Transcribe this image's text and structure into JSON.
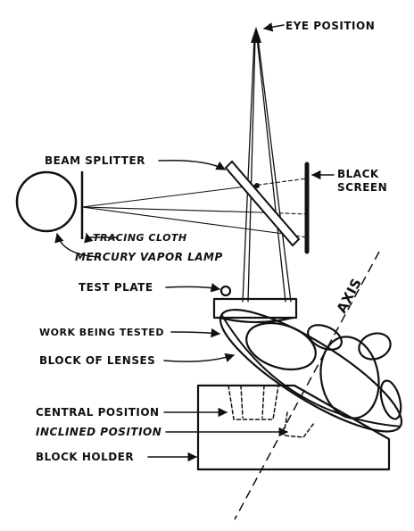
{
  "labels": {
    "eye_position": "EYE POSITION",
    "beam_splitter": "BEAM SPLITTER",
    "black_screen_1": "BLACK",
    "black_screen_2": "SCREEN",
    "tracing_cloth": "TRACING CLOTH",
    "mercury_vapor_lamp": "MERCURY VAPOR LAMP",
    "test_plate": "TEST PLATE",
    "work_being_tested": "WORK BEING TESTED",
    "block_of_lenses": "BLOCK OF LENSES",
    "central_position": "CENTRAL POSITION",
    "inclined_position": "INCLINED POSITION",
    "block_holder": "BLOCK HOLDER",
    "axis": "AXIS"
  }
}
